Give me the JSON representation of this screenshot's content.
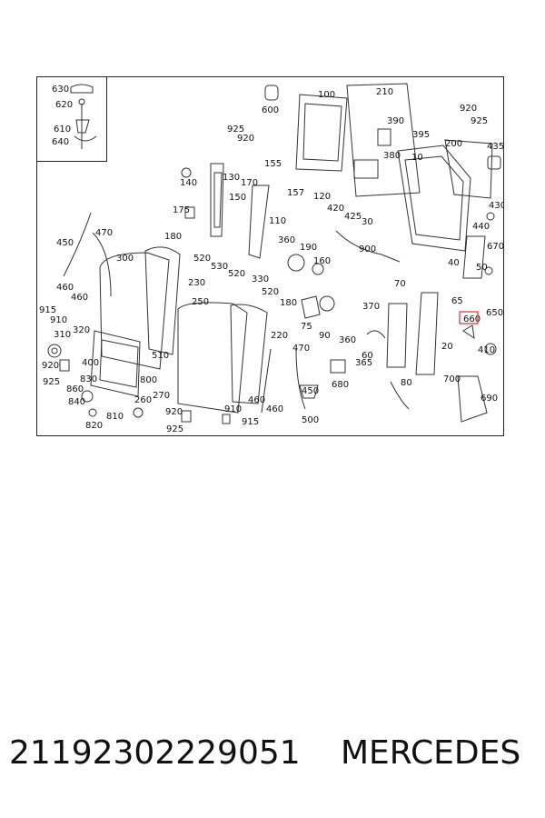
{
  "diagram": {
    "highlighted_label": "660",
    "labels": [
      {
        "text": "630"
      },
      {
        "text": "620"
      },
      {
        "text": "610"
      },
      {
        "text": "640"
      },
      {
        "text": "600"
      },
      {
        "text": "100"
      },
      {
        "text": "210"
      },
      {
        "text": "920"
      },
      {
        "text": "925"
      },
      {
        "text": "390"
      },
      {
        "text": "395"
      },
      {
        "text": "380"
      },
      {
        "text": "10"
      },
      {
        "text": "200"
      },
      {
        "text": "435"
      },
      {
        "text": "925"
      },
      {
        "text": "920"
      },
      {
        "text": "155"
      },
      {
        "text": "130"
      },
      {
        "text": "140"
      },
      {
        "text": "170"
      },
      {
        "text": "150"
      },
      {
        "text": "157"
      },
      {
        "text": "120"
      },
      {
        "text": "420"
      },
      {
        "text": "425"
      },
      {
        "text": "30"
      },
      {
        "text": "430"
      },
      {
        "text": "440"
      },
      {
        "text": "175"
      },
      {
        "text": "110"
      },
      {
        "text": "470"
      },
      {
        "text": "450"
      },
      {
        "text": "180"
      },
      {
        "text": "360"
      },
      {
        "text": "190"
      },
      {
        "text": "900"
      },
      {
        "text": "670"
      },
      {
        "text": "300"
      },
      {
        "text": "520"
      },
      {
        "text": "160"
      },
      {
        "text": "40"
      },
      {
        "text": "50"
      },
      {
        "text": "530"
      },
      {
        "text": "520"
      },
      {
        "text": "330"
      },
      {
        "text": "230"
      },
      {
        "text": "460"
      },
      {
        "text": "520"
      },
      {
        "text": "70"
      },
      {
        "text": "460"
      },
      {
        "text": "180"
      },
      {
        "text": "250"
      },
      {
        "text": "370"
      },
      {
        "text": "65"
      },
      {
        "text": "650"
      },
      {
        "text": "915"
      },
      {
        "text": "910"
      },
      {
        "text": "320"
      },
      {
        "text": "75"
      },
      {
        "text": "90"
      },
      {
        "text": "660"
      },
      {
        "text": "310"
      },
      {
        "text": "360"
      },
      {
        "text": "220"
      },
      {
        "text": "20"
      },
      {
        "text": "410"
      },
      {
        "text": "510"
      },
      {
        "text": "470"
      },
      {
        "text": "400"
      },
      {
        "text": "60"
      },
      {
        "text": "920"
      },
      {
        "text": "365"
      },
      {
        "text": "925"
      },
      {
        "text": "800"
      },
      {
        "text": "830"
      },
      {
        "text": "680"
      },
      {
        "text": "80"
      },
      {
        "text": "700"
      },
      {
        "text": "860"
      },
      {
        "text": "270"
      },
      {
        "text": "450"
      },
      {
        "text": "690"
      },
      {
        "text": "840"
      },
      {
        "text": "260"
      },
      {
        "text": "910"
      },
      {
        "text": "460"
      },
      {
        "text": "460"
      },
      {
        "text": "810"
      },
      {
        "text": "920"
      },
      {
        "text": "915"
      },
      {
        "text": "500"
      },
      {
        "text": "820"
      },
      {
        "text": "925"
      }
    ]
  },
  "footer": {
    "part_number": "2119230222905‌1",
    "brand": "MERCEDES"
  }
}
